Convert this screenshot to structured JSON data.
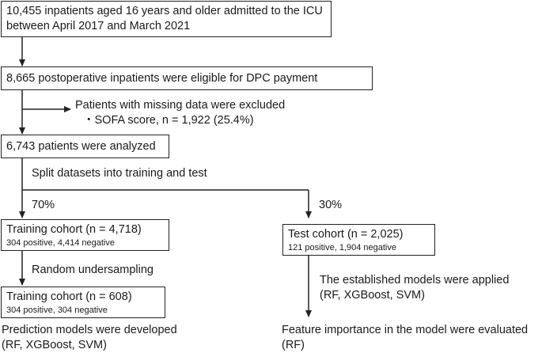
{
  "box1": {
    "line1": "10,455 inpatients aged 16 years and older admitted to the ICU",
    "line2": "between April 2017 and March 2021"
  },
  "box2": {
    "text": "8,665 postoperative inpatients were eligible for DPC payment"
  },
  "exclusion": {
    "title": "Patients with missing data were excluded",
    "item": "・SOFA score, n = 1,922 (25.4%)"
  },
  "box3": {
    "text": "6,743 patients were analyzed"
  },
  "split_label": "Split datasets into training and test",
  "left_pct": "70%",
  "right_pct": "30%",
  "train_box": {
    "title": "Training cohort (n = 4,718)",
    "detail": "304 positive, 4,414 negative"
  },
  "test_box": {
    "title": "Test cohort (n = 2,025)",
    "detail": "121 positive, 1,904 negative"
  },
  "undersampling_label": "Random undersampling",
  "applied_label": {
    "line1": "The established models were applied",
    "line2": "(RF, XGBoost, SVM)"
  },
  "train2_box": {
    "title": "Training cohort (n = 608)",
    "detail": "304 positive, 304 negative"
  },
  "left_result": {
    "line1": "Prediction models were developed",
    "line2": "(RF, XGBoost, SVM)"
  },
  "right_result": {
    "line1": "Feature importance in the model were evaluated",
    "line2": "(RF)"
  }
}
